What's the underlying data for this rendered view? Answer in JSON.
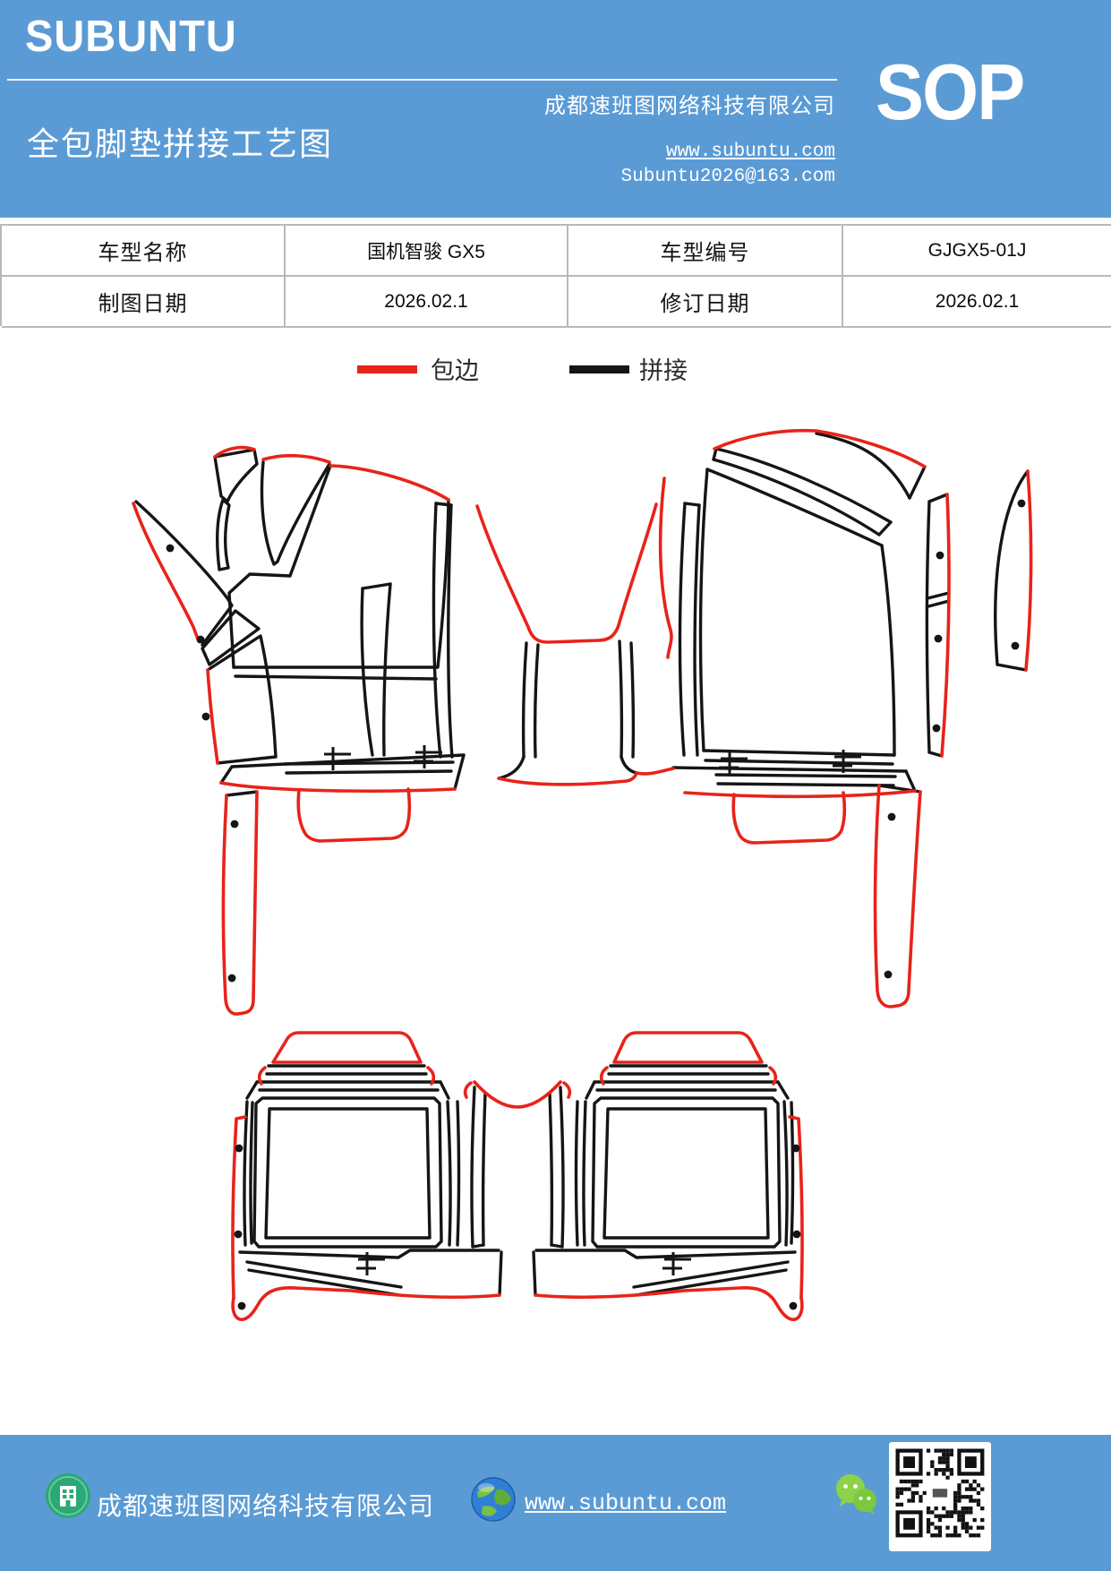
{
  "brand": {
    "logo": "SUBUNTU",
    "sop_badge": "SOP",
    "accent_blue": "#5b9bd5"
  },
  "header": {
    "company": "成都速班图网络科技有限公司",
    "title": "全包脚垫拼接工艺图",
    "website": "www.subuntu.com",
    "email": "Subuntu2026@163.com"
  },
  "table": {
    "rows": [
      {
        "cells": [
          "车型名称",
          "国机智骏 GX5",
          "车型编号",
          "GJGX5-01J"
        ]
      },
      {
        "cells": [
          "制图日期",
          "2026.02.1",
          "修订日期",
          "2026.02.1"
        ]
      }
    ]
  },
  "legend": {
    "binding_label": "包边",
    "binding_color": "#e8231a",
    "splice_label": "拼接",
    "splice_color": "#151515"
  },
  "drawing": {
    "binding_color": "#e8231a",
    "splice_color": "#151515"
  },
  "footer": {
    "company": "成都速班图网络科技有限公司",
    "website": "www.subuntu.com"
  }
}
